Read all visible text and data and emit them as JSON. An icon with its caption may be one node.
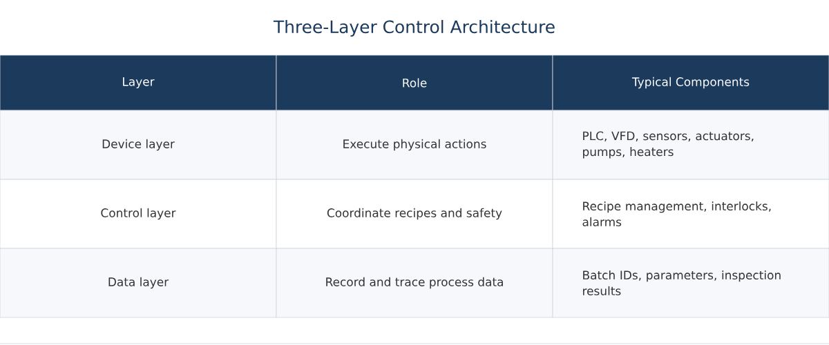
{
  "diagram": {
    "title": "Three-Layer Control Architecture",
    "labels": [
      "Layer",
      "Role",
      "Typical Components",
      "Device layer",
      "Execute physical actions",
      "PLC, VFD, sensors, actuators, pumps, heaters",
      "Control layer",
      "Coordinate recipes and safety",
      "Recipe management, interlocks, alarms",
      "Data layer",
      "Record and trace process data",
      "Batch IDs, parameters, inspection results"
    ]
  }
}
